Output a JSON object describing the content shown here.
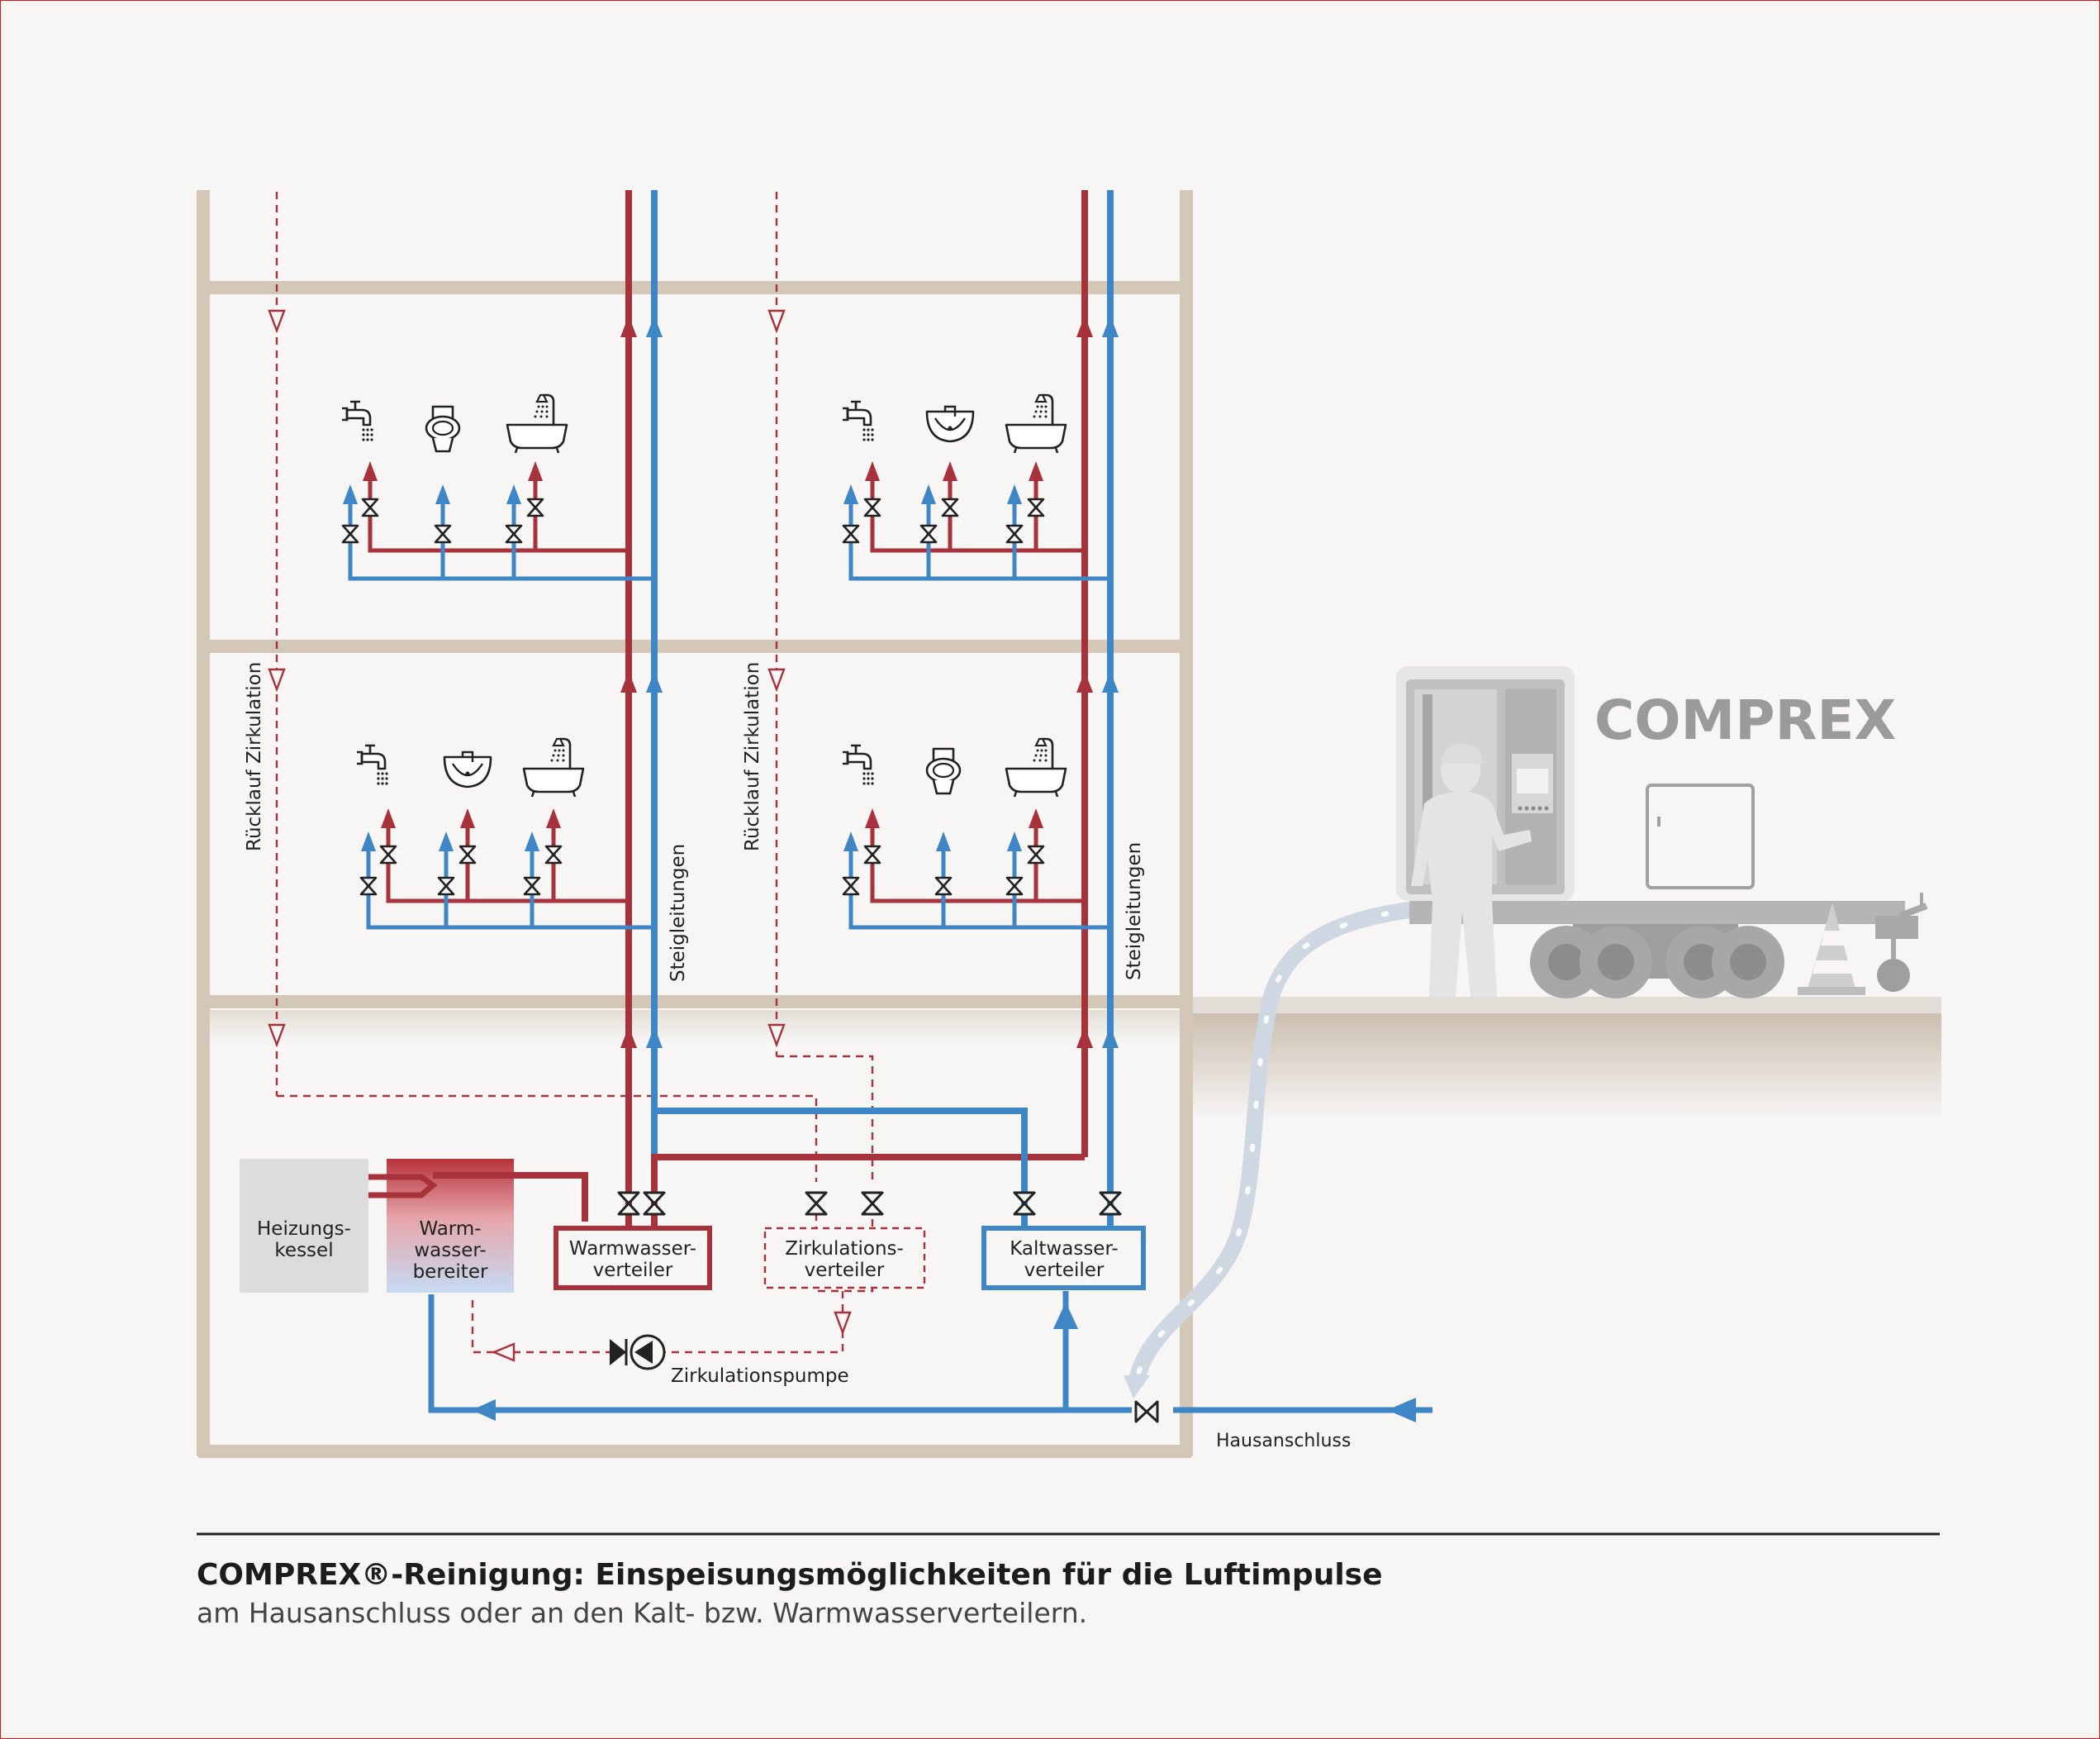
{
  "diagram": {
    "brand_label": "COMPREX",
    "labels": {
      "ruecklauf_left": "Rücklauf Zirkulation",
      "ruecklauf_mid": "Rücklauf Zirkulation",
      "steigleitungen_left": "Steigleitungen",
      "steigleitungen_right": "Steigleitungen",
      "heizungskessel_1": "Heizungs-",
      "heizungskessel_2": "kessel",
      "warmwasserbereiter_1": "Warm-",
      "warmwasserbereiter_2": "wasser-",
      "warmwasserbereiter_3": "bereiter",
      "warmwasserverteiler_1": "Warmwasser-",
      "warmwasserverteiler_2": "verteiler",
      "zirkulationsverteiler_1": "Zirkulations-",
      "zirkulationsverteiler_2": "verteiler",
      "kaltwasserverteiler_1": "Kaltwasser-",
      "kaltwasserverteiler_2": "verteiler",
      "zirkulationspumpe": "Zirkulationspumpe",
      "hausanschluss": "Hausanschluss"
    },
    "colors": {
      "hot_water": "#a8323b",
      "cold_water": "#3f86c6",
      "building": "#d3c7b8",
      "machine": "#b9b9b9",
      "hose": "#cfd8e2"
    }
  },
  "caption": {
    "title": "COMPREX®-Reinigung: Einspeisungsmöglichkeiten für die Luftimpulse",
    "subtitle": "am Hausanschluss oder an den Kalt- bzw. Warmwasserverteilern."
  }
}
